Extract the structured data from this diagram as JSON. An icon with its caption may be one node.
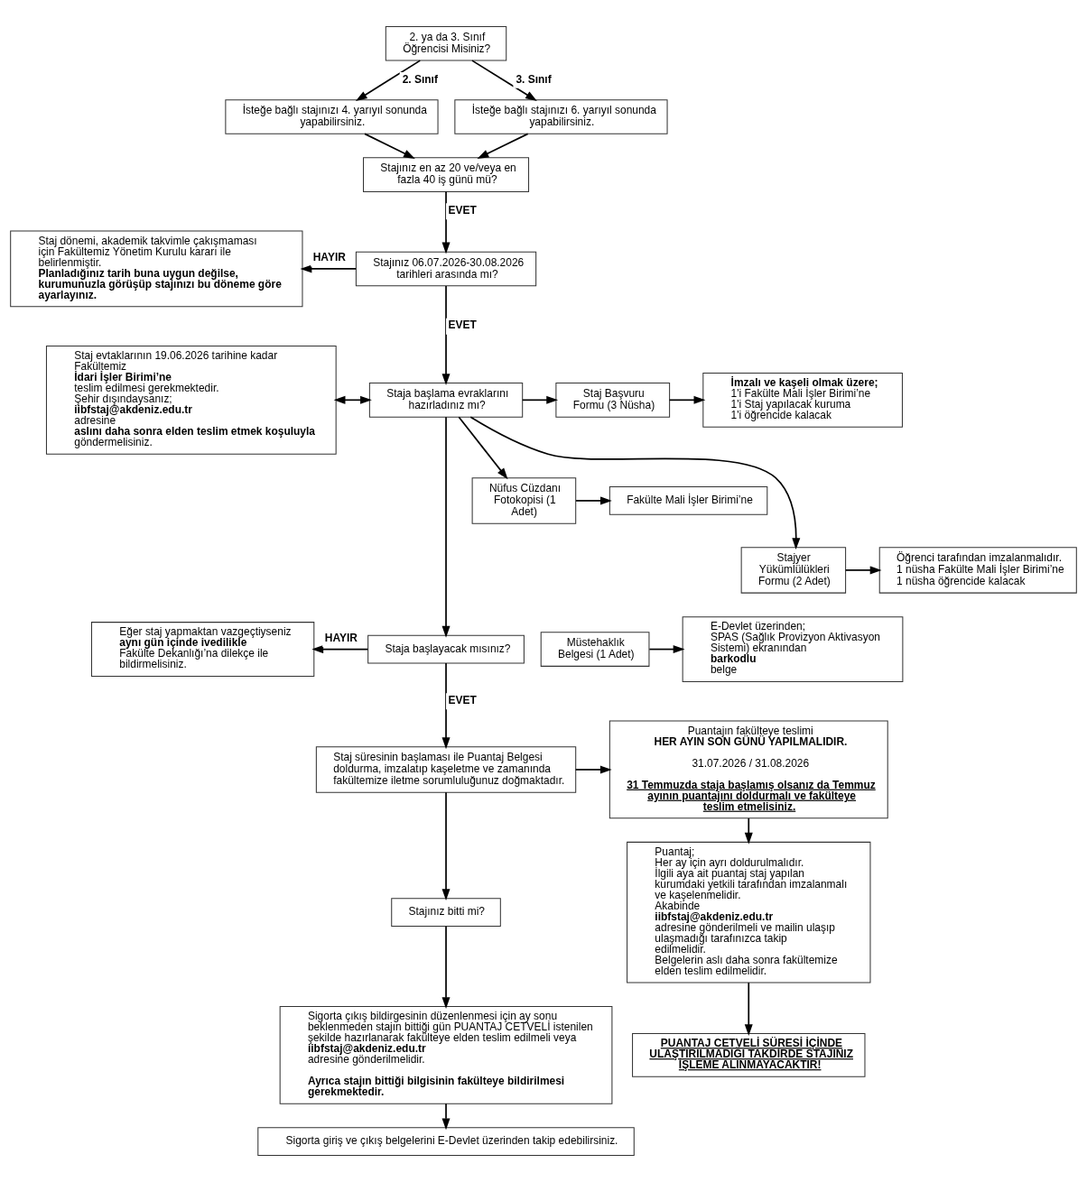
{
  "diagram": {
    "nodes": [
      {
        "text": [
          "2. ya da 3. Sınıf Öğrencisi Misiniz?"
        ]
      },
      {
        "text": [
          "İsteğe bağlı stajınızı 4. yarıyıl sonunda yapabilirsiniz."
        ]
      },
      {
        "text": [
          "İsteğe bağlı stajınızı 6. yarıyıl sonunda yapabilirsiniz."
        ]
      },
      {
        "text": [
          "Stajınız en az 20 ve/veya en fazla 40 iş günü mü?"
        ]
      },
      {
        "text": [
          "Staj dönemi, akademik takvimle çakışmaması için Fakültemiz Yönetim Kurulu kararı ile belirlenmiştir. **Planladığınız tarih buna uygun değilse, kurumunuzla görüşüp stajınızı bu döneme göre ayarlayınız.**"
        ]
      },
      {
        "text": [
          "Stajınız 06.07.2026-30.08.2026 tarihleri arasında mı?"
        ]
      },
      {
        "text": [
          "Staj evtaklarının 19.06.2026 tarihine kadar Fakültemiz **İdari İşler Birimi**’ne teslim edilmesi gerekmektedir.",
          "Şehir dışındaysanız; **iibfstaj@akdeniz.edu.tr** adresine **aslını daha sonra elden teslim etmek koşuluyla** göndermelisiniz."
        ]
      },
      {
        "text": [
          "Staja başlama evraklarını hazırladınız mı?"
        ]
      },
      {
        "text": [
          "Staj Başvuru Formu (3 Nüsha)"
        ]
      },
      {
        "text": [
          "İmzalı ve kaşeli olmak üzere;",
          "1'i Fakülte Mali İşler Birimi’ne",
          "1'i Staj yapılacak kuruma",
          "1'i öğrencide kalacak"
        ]
      },
      {
        "text": [
          "Nüfus Cüzdanı Fotokopisi (1 Adet)"
        ]
      },
      {
        "text": [
          "Fakülte Mali İşler Birimi’ne"
        ]
      },
      {
        "text": [
          "Stajyer Yükümlülükleri Formu (2 Adet)"
        ]
      },
      {
        "text": [
          "Öğrenci tarafından imzalanmalıdır.",
          "1 nüsha Fakülte Mali İşler Birimi’ne",
          "1 nüsha öğrencide kalacak"
        ]
      },
      {
        "text": [
          "Müstehaklık Belgesi (1 Adet)"
        ]
      },
      {
        "text": [
          "E-Devlet üzerinden;",
          "SPAS (Sağlık Provizyon Aktivasyon Sistemi) ekranından **barkodlu** belge"
        ]
      },
      {
        "text": [
          "Eğer staj yapmaktan vazgeçtiyseniz **aynı gün içinde ivedilikle** Fakülte Dekanlığı’na dilekçe ile bildirmelisiniz."
        ]
      },
      {
        "text": [
          "Staja başlayacak mısınız?"
        ]
      },
      {
        "text": [
          "Staj süresinin başlaması ile Puantaj Belgesi doldurma, imzalatıp kaşeletme ve zamanında fakültemize iletme sorumluluğunuz doğmaktadır."
        ]
      },
      {
        "text": [
          "Puantajın fakülteye teslimi **HER AYIN SON GÜNÜ YAPILMALIDIR.**",
          "31.07.2026 / 31.08.2026",
          "31 Temmuzda staja başlamış olsanız da Temmuz ayının puantajını doldurmalı ve fakülteye teslim etmelisiniz."
        ]
      },
      {
        "text": [
          "Stajınız bitti mi?"
        ]
      },
      {
        "text": [
          "Puantaj;",
          "Her ay için ayrı doldurulmalıdır.",
          "İlgili aya ait puantaj staj yapılan kurumdaki yetkili tarafından imzalanmalı ve kaşelenmelidir.",
          "Akabinde **iibfstaj@akdeniz.edu.tr** adresine gönderilmeli ve mailin ulaşıp ulaşmadığı tarafınızca takip edilmelidir.",
          "Belgelerin aslı daha sonra fakültemize elden teslim edilmelidir."
        ]
      },
      {
        "text": [
          "Sigorta çıkış bildirgesinin düzenlenmesi için ay sonu beklenmeden stajın bittiği gün PUANTAJ CETVELİ istenilen şekilde hazırlanarak fakülteye elden teslim edilmeli veya **iibfstaj@akdeniz.edu.tr** adresine gönderilmelidir.",
          "Ayrıca stajın bittiği bilgisinin fakülteye bildirilmesi gerekmektedir."
        ]
      },
      {
        "text": [
          "Sigorta giriş ve çıkış belgelerini E-Devlet üzerinden takip edebilirsiniz."
        ]
      },
      {
        "text": [
          "PUANTAJ CETVELİ SÜRESİ İÇİNDE ULAŞTIRILMADIĞI TAKDİRDE STAJINIZ İŞLEME ALINMAYACAKTIR!"
        ]
      }
    ],
    "edges": [
      {
        "from": 0,
        "to": 1,
        "arrow": "to",
        "label": "2. Sınıf"
      },
      {
        "from": 0,
        "to": 2,
        "arrow": "to",
        "label": "3. Sınıf"
      },
      {
        "from": 1,
        "to": 3,
        "arrow": "to"
      },
      {
        "from": 2,
        "to": 3,
        "arrow": "to"
      },
      {
        "from": 3,
        "to": 5,
        "arrow": "to",
        "label": "EVET"
      },
      {
        "from": 5,
        "to": 4,
        "arrow": "to",
        "label": "HAYIR"
      },
      {
        "from": 5,
        "to": 7,
        "arrow": "to",
        "label": "EVET"
      },
      {
        "from": 6,
        "to": 7,
        "arrow": "both"
      },
      {
        "from": 7,
        "to": 17,
        "arrow": "to"
      },
      {
        "from": 7,
        "to": 8,
        "arrow": "to"
      },
      {
        "from": 7,
        "to": 10,
        "arrow": "to"
      },
      {
        "from": 7,
        "to": 12,
        "arrow": "to"
      },
      {
        "from": 8,
        "to": 9,
        "arrow": "to"
      },
      {
        "from": 10,
        "to": 11,
        "arrow": "to"
      },
      {
        "from": 12,
        "to": 13,
        "arrow": "to"
      },
      {
        "from": 14,
        "to": 15,
        "arrow": "to"
      },
      {
        "from": 17,
        "to": 16,
        "arrow": "to",
        "label": "HAYIR"
      },
      {
        "from": 17,
        "to": 18,
        "arrow": "to",
        "label": "EVET"
      },
      {
        "from": 18,
        "to": 19,
        "arrow": "to"
      },
      {
        "from": 18,
        "to": 20,
        "arrow": "to"
      },
      {
        "from": 20,
        "to": 22,
        "arrow": "to"
      },
      {
        "from": 22,
        "to": 23,
        "arrow": "to"
      },
      {
        "from": 19,
        "to": 21,
        "arrow": "to"
      },
      {
        "from": 21,
        "to": 24,
        "arrow": "to"
      }
    ]
  }
}
